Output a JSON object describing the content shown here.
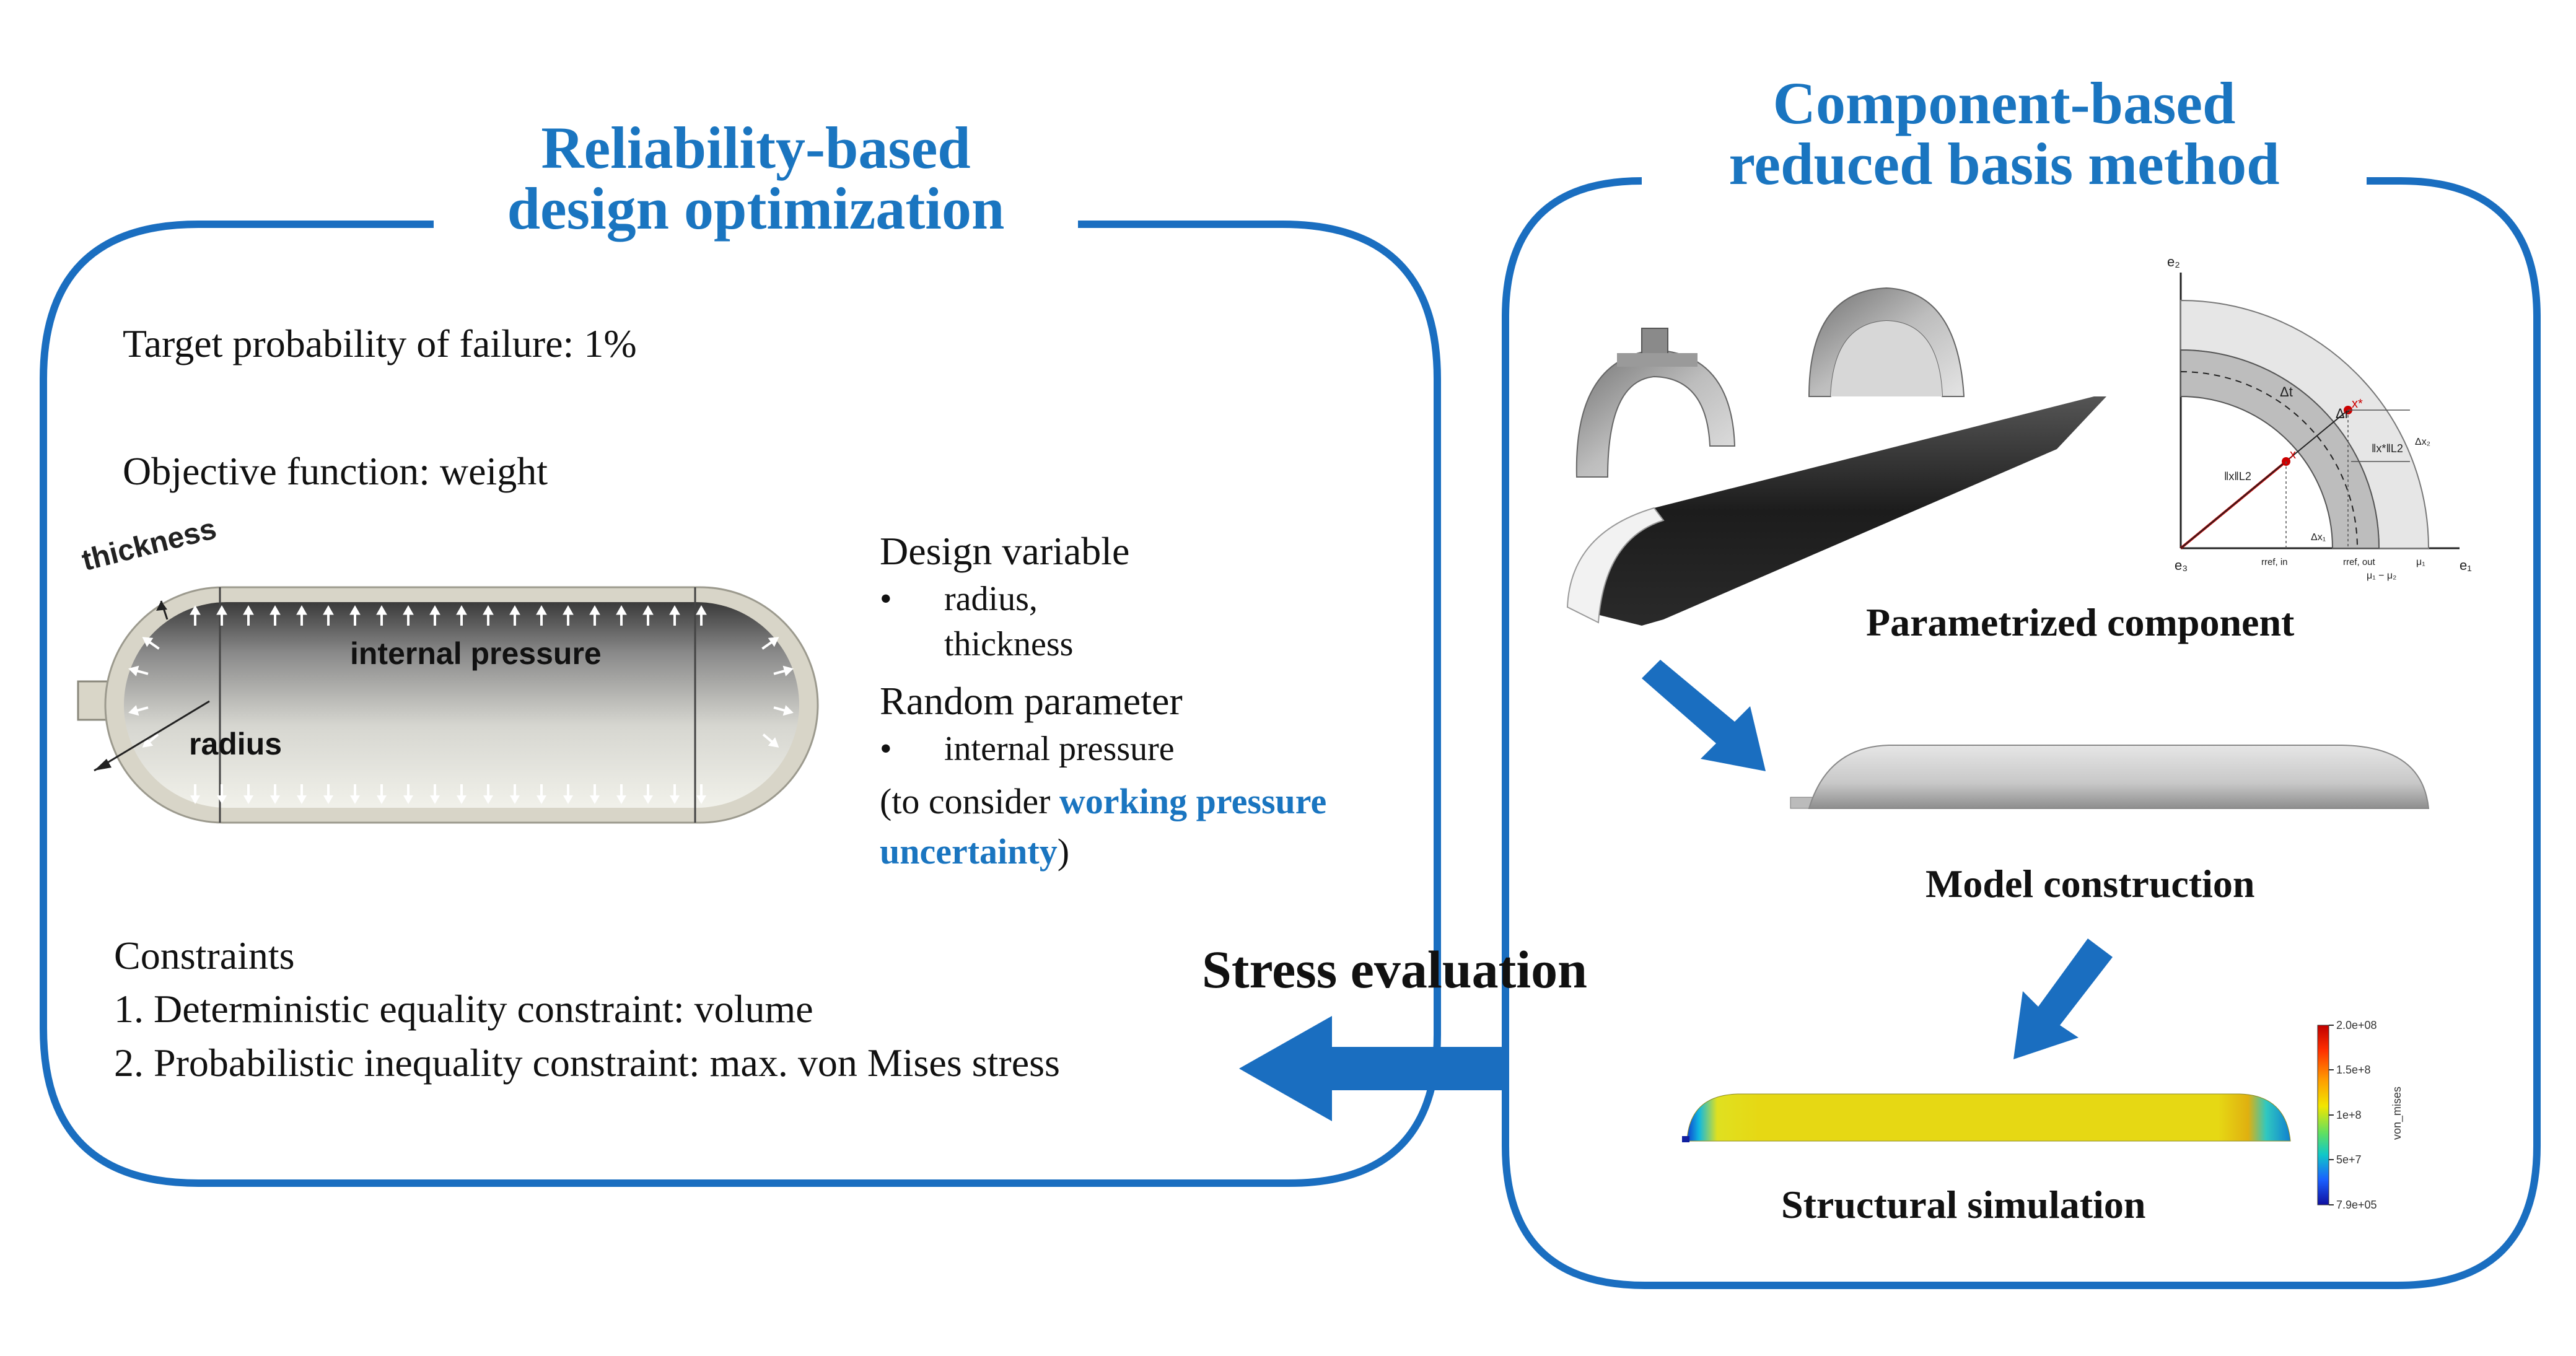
{
  "left_panel": {
    "title_line1": "Reliability-based",
    "title_line2": "design optimization",
    "target_probability": "Target probability of failure: 1%",
    "objective": "Objective function: weight",
    "design_variable": {
      "heading": "Design variable",
      "bullet": "•",
      "item": "radius, thickness"
    },
    "random_parameter": {
      "heading": "Random parameter",
      "bullet": "•",
      "item": "internal pressure",
      "note_prefix": "(to consider ",
      "note_highlight_1": "working pressure",
      "note_highlight_2": "uncertainty",
      "note_suffix": ")"
    },
    "tank_labels": {
      "thickness": "thickness",
      "internal_pressure": "internal pressure",
      "radius": "radius"
    },
    "constraints": {
      "heading": "Constraints",
      "item1": "1. Deterministic equality constraint: volume",
      "item2": "2. Probabilistic inequality constraint: max. von Mises stress"
    }
  },
  "arrow_label": "Stress evaluation",
  "right_panel": {
    "title_line1": "Component-based",
    "title_line2": "reduced basis method",
    "step1": "Parametrized component",
    "step2": "Model construction",
    "step3": "Structural simulation",
    "parameter_sketch": {
      "axis_e2": "e₂",
      "axis_e1": "e₁",
      "axis_e3": "e₃",
      "delta_t": "Δt",
      "delta_r": "Δr",
      "delta_x2": "Δx₂",
      "delta_x1": "Δx₁",
      "x_norm": "‖x‖L2",
      "xstar_norm": "‖x*‖L2",
      "x_point": "x",
      "xstar_point": "x*",
      "r_ref_in": "rref, in",
      "r_ref_out": "rref, out",
      "mu1": "μ₁",
      "mu_diff": "μ₁ − μ₂"
    },
    "colorbar": {
      "field": "von_mises",
      "ticks": [
        "2.0e+08",
        "1.5e+8",
        "1e+8",
        "5e+7",
        "7.9e+05"
      ],
      "colors": [
        "#c00000",
        "#ff3000",
        "#ff9a00",
        "#f2e600",
        "#60e060",
        "#10c8c8",
        "#1a60ff",
        "#1010a0"
      ]
    }
  }
}
